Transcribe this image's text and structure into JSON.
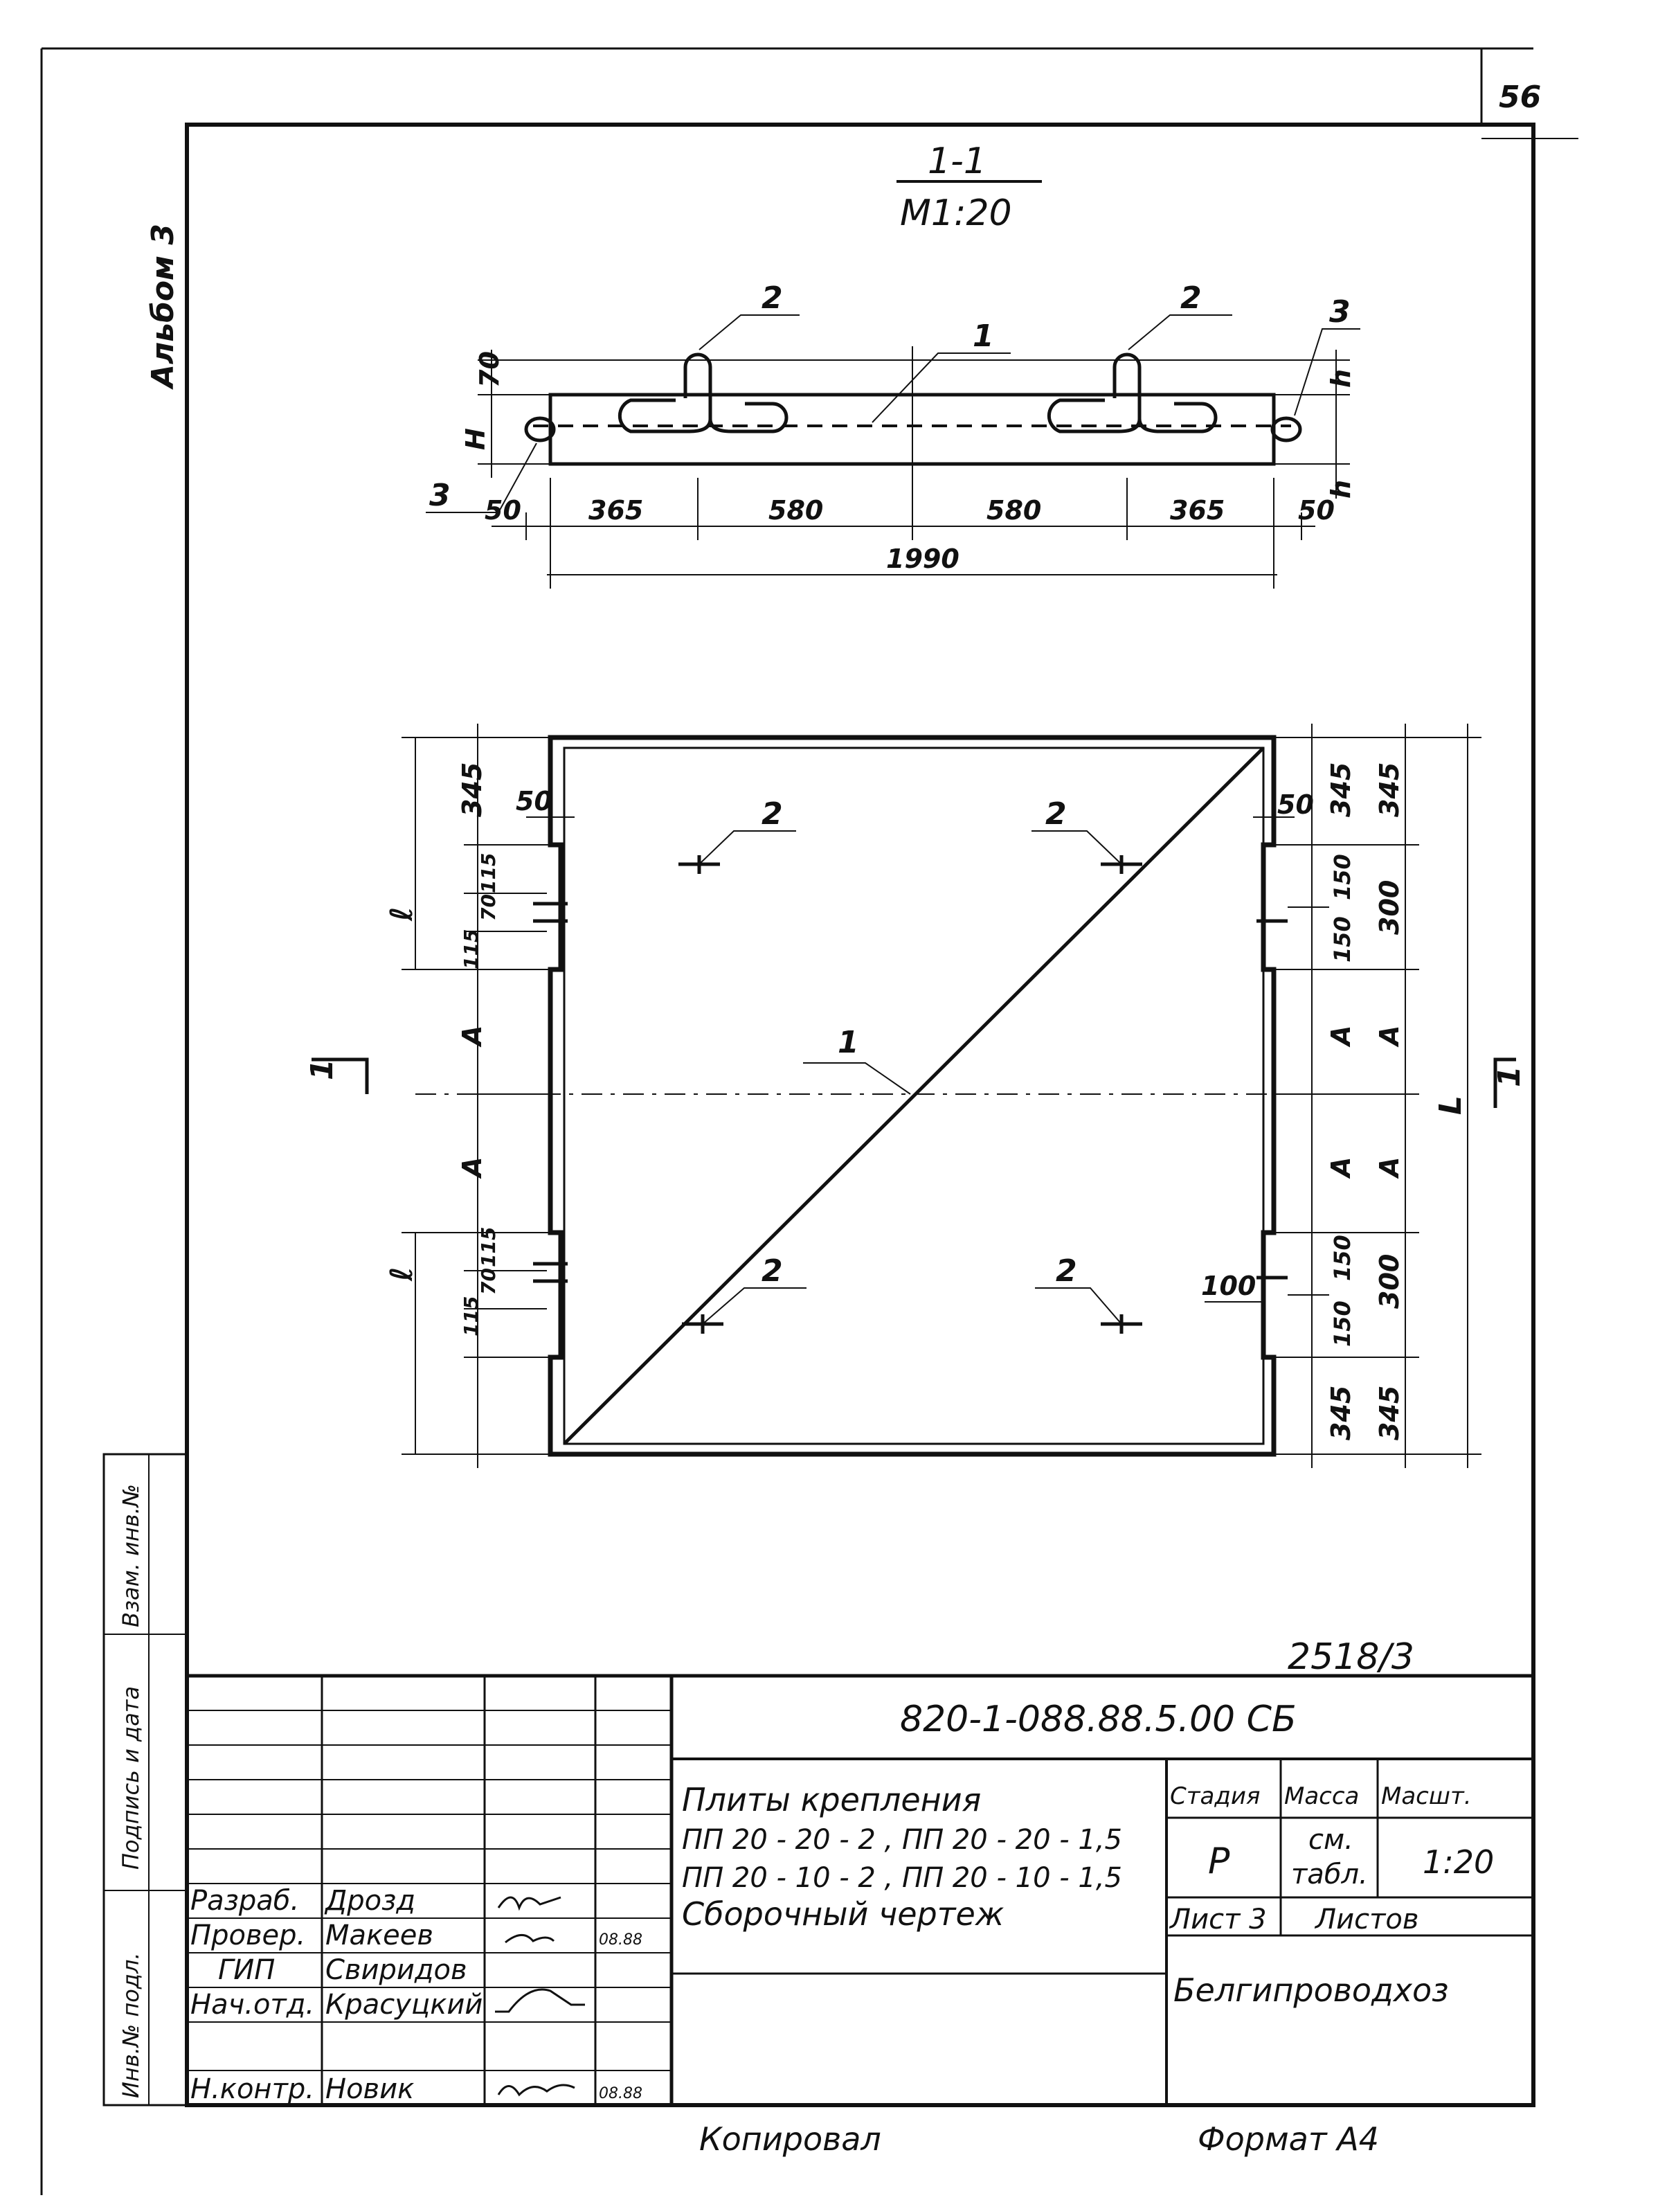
{
  "sheet_number": "56",
  "album": "Альбом 3",
  "section": {
    "title": "1-1",
    "scale": "М1:20"
  },
  "section_dims": {
    "h70": "70",
    "H": "H",
    "h": "h",
    "bottom": [
      "50",
      "365",
      "580",
      "580",
      "365",
      "50"
    ],
    "total": "1990"
  },
  "plan_dims": {
    "left_outer": [
      "345",
      "115",
      "70",
      "115",
      "A",
      "A",
      "115",
      "70",
      "115"
    ],
    "left_groups": [
      "ℓ",
      "ℓ"
    ],
    "left_50": "50",
    "right_inner": [
      "345",
      "150",
      "150",
      "A",
      "A",
      "150",
      "150",
      "345"
    ],
    "right_outer": [
      "345",
      "300",
      "A",
      "A",
      "300",
      "345"
    ],
    "right_50": "50",
    "right_100": "100",
    "L": "L",
    "cut": "1"
  },
  "callouts": [
    "1",
    "2",
    "3"
  ],
  "drawing_ref": "2518/3",
  "title_block": {
    "code": "820-1-088.88.5.00   СБ",
    "title_lines": [
      "Плиты   крепления",
      "ПП 20 - 20 - 2 ,  ПП 20 - 20 - 1,5",
      "ПП 20 - 10 - 2 ,  ПП 20 - 10 - 1,5",
      "Сборочный   чертеж"
    ],
    "stage_header": "Стадия",
    "mass_header": "Масса",
    "scale_header": "Масшт.",
    "stage": "Р",
    "mass_line1": "см.",
    "mass_line2": "табл.",
    "scale": "1:20",
    "sheet": "Лист 3",
    "sheets": "Листов",
    "org": "Белгипроводхоз",
    "roles": [
      {
        "role": "Разраб.",
        "name": "Дрозд",
        "date": ""
      },
      {
        "role": "Провер.",
        "name": "Макеев",
        "date": "08.88"
      },
      {
        "role": "ГИП",
        "name": "Свиридов",
        "date": ""
      },
      {
        "role": "Нач.отд.",
        "name": "Красуцкий",
        "date": ""
      },
      {
        "role": "",
        "name": "",
        "date": ""
      },
      {
        "role": "Н.контр.",
        "name": "Новик",
        "date": "08.88"
      }
    ],
    "side_stamps": [
      "Инв.№ подл.",
      "Подпись и дата",
      "Взам. инв.№"
    ],
    "copied": "Копировал",
    "format": "Формат А4"
  }
}
